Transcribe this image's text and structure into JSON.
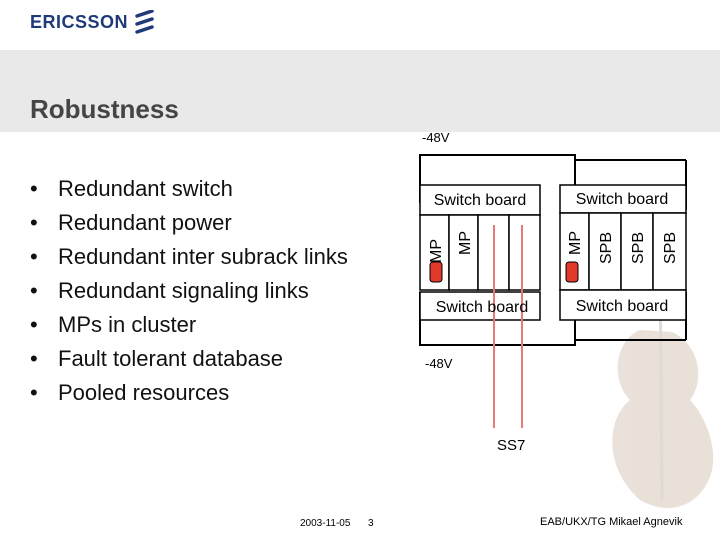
{
  "header": {
    "logo_text": "ERICSSON",
    "logo_icon": "ericsson-stripes-icon"
  },
  "slide": {
    "title": "Robustness",
    "bullets": [
      "Redundant switch",
      "Redundant power",
      "Redundant inter subrack links",
      "Redundant signaling links",
      "MPs in cluster",
      "Fault tolerant database",
      "Pooled resources"
    ],
    "bullet_symbol": "•"
  },
  "diagram": {
    "power_top": "-48V",
    "power_bottom": "-48V",
    "subrack_left": {
      "switch_top": "Switch board",
      "switch_bottom": "Switch board",
      "cards": [
        "MP",
        "MP",
        "",
        ""
      ]
    },
    "subrack_right": {
      "switch_top": "Switch board",
      "switch_bottom": "Switch board",
      "cards": [
        "MP",
        "SPB",
        "SPB",
        "SPB"
      ]
    },
    "ss7_label": "SS7",
    "colors": {
      "power_line": "#000000",
      "signal_line": "#e8787a",
      "led": "#e23a2a"
    }
  },
  "footer": {
    "date": "2003-11-05",
    "page": "3",
    "author": "EAB/UKX/TG Mikael Agnevik"
  }
}
